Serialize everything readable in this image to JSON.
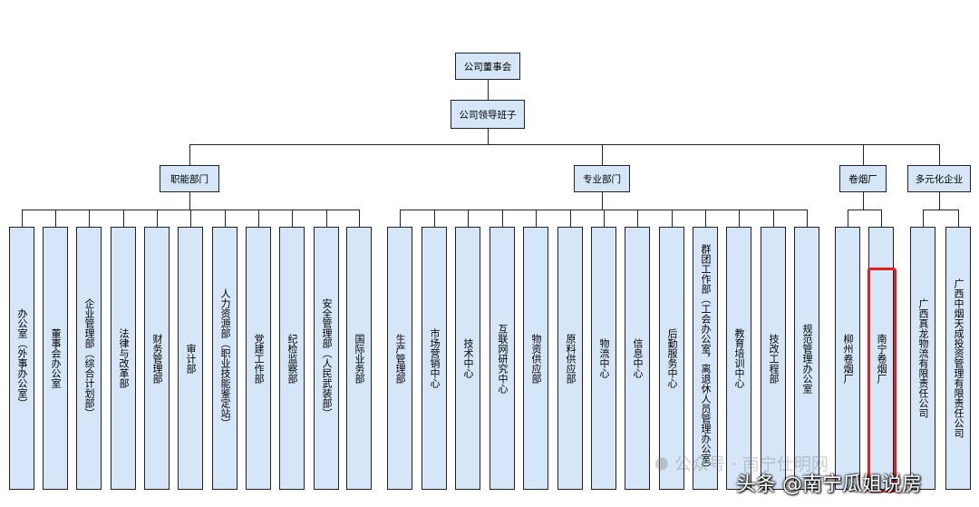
{
  "root": "公司董事会",
  "leadership": "公司领导班子",
  "groups": [
    {
      "name": "职能部门",
      "units": [
        "办公室（外事办公室）",
        "董事会办公室",
        "企业管理部（综合计划部）",
        "法律与改革部",
        "财务管理部",
        "审计部",
        "人力资源部（职业技能鉴定站）",
        "党建工作部",
        "纪检监察部",
        "安全管理部（人民武装部）",
        "国际业务部"
      ]
    },
    {
      "name": "专业部门",
      "units": [
        "生产管理部",
        "市场营销中心",
        "技术中心",
        "互联网研究中心",
        "物资供应部",
        "原料供应部",
        "物流中心",
        "信息中心",
        "后勤服务中心",
        "群团工作部（工会办公室，离退休人员管理办公室）",
        "教育培训中心",
        "技改工程部",
        "规范管理办公室"
      ]
    },
    {
      "name": "卷烟厂",
      "units": [
        "柳州卷烟厂",
        "南宁卷烟厂"
      ]
    },
    {
      "name": "多元化企业",
      "units": [
        "广西真龙物流有限责任公司",
        "广西中烟天成投资管理有限责任公司"
      ]
    }
  ],
  "highlighted_unit": "南宁卷烟厂",
  "highlight_color": "#e02020",
  "box_fill": "#d4e6f7",
  "watermark_public": "公众号 · 南宁仕明网",
  "watermark_toutiao": "头条 @南宁瓜姐说房"
}
